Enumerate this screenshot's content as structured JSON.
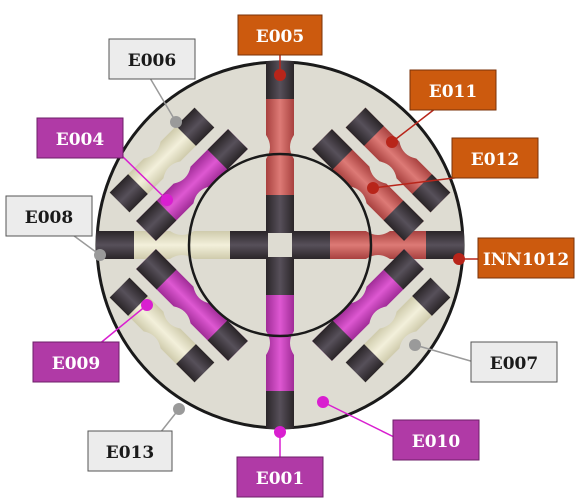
{
  "colors": {
    "orange": "#cc5a0e",
    "magenta": "#b03aa6",
    "grey_box": "#ececec",
    "grey_text": "#1a1a1a",
    "sample_red": "#c95a58",
    "sample_magenta": "#c63bb9",
    "sample_cream": "#e6e2c4",
    "end_cap": "#3a3438",
    "disc": "#d9d8cf",
    "connector_orange": "#b8251a",
    "connector_magenta": "#d91fd0",
    "connector_grey": "#9a9a9a"
  },
  "labels": {
    "e005": "E005",
    "e011": "E011",
    "e012": "E012",
    "inn1012": "INN1012",
    "e006": "E006",
    "e004": "E004",
    "e008": "E008",
    "e009": "E009",
    "e013": "E013",
    "e001": "E001",
    "e010": "E010",
    "e007": "E007"
  }
}
